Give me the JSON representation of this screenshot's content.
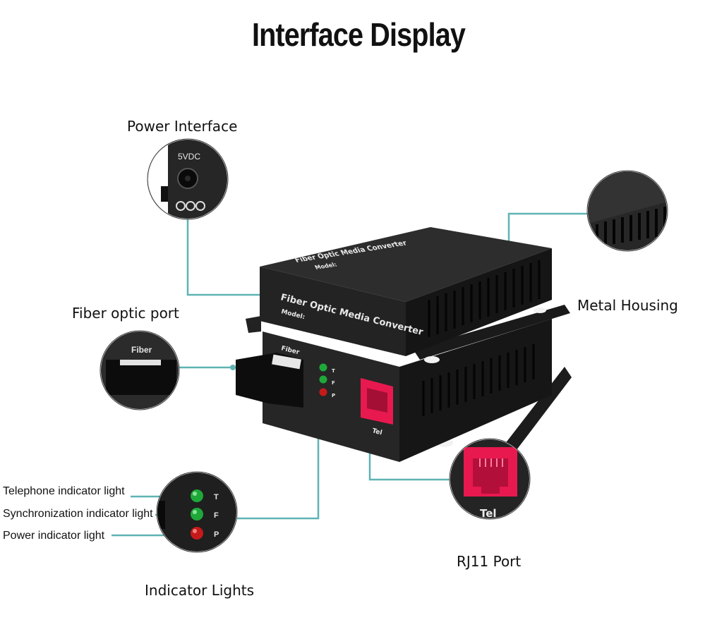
{
  "title": "Interface Display",
  "callouts": {
    "power_interface": "Power Interface",
    "fiber_optic_port": "Fiber optic port",
    "metal_housing": "Metal Housing",
    "rj11_port": "RJ11 Port",
    "indicator_lights": "Indicator Lights"
  },
  "indicator_legend": {
    "telephone": "Telephone indicator light",
    "synchronization": "Synchronization indicator light",
    "power": "Power indicator light"
  },
  "device": {
    "top_label": "Fiber Optic Media Converter",
    "top_model": "Model:",
    "front_label": "Fiber Optic Media Converter",
    "front_model": "Model:",
    "fiber_port_text": "Fiber",
    "tel_port_text": "Tel",
    "led_letters": [
      "T",
      "F",
      "P"
    ]
  },
  "zoom_power": {
    "voltage_text": "5VDC"
  },
  "zoom_fiber": {
    "port_text": "Fiber"
  },
  "zoom_rj11": {
    "port_text": "Tel"
  },
  "zoom_leds": {
    "letters": [
      "T",
      "F",
      "P"
    ]
  },
  "colors": {
    "leader_line": "#5fb3b3",
    "housing": "#1f1f1f",
    "rj11_port": "#e8194f",
    "led_green": "#1fa83a",
    "led_red": "#c61a1a"
  }
}
